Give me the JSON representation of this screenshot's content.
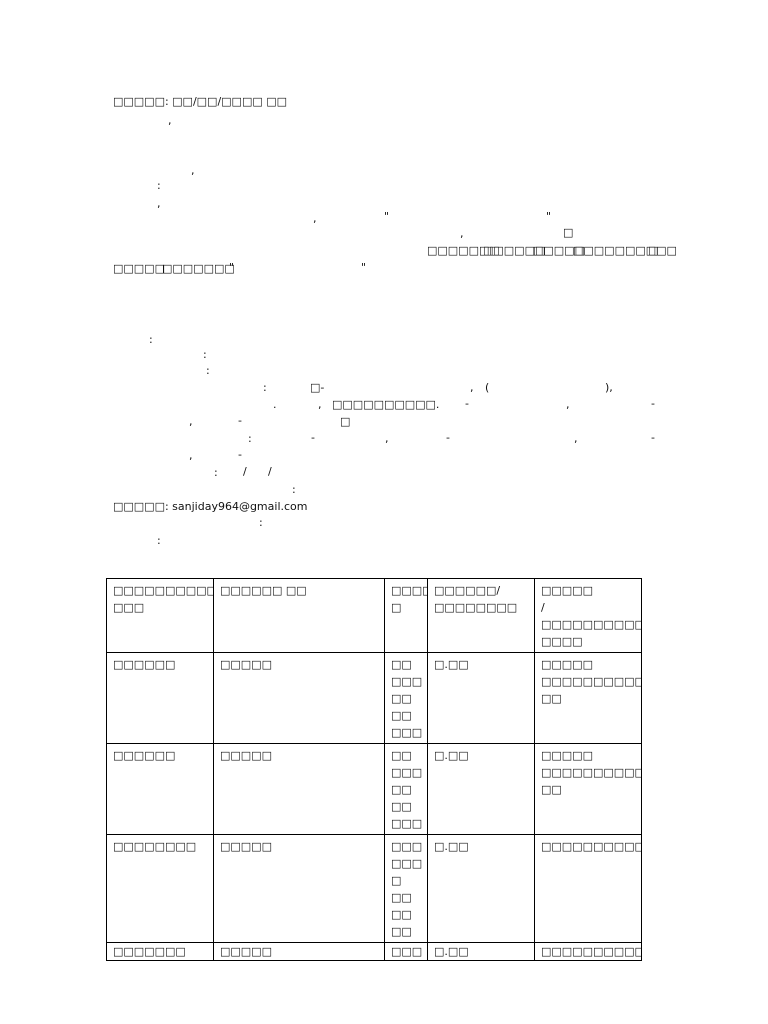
{
  "header": {
    "date_line": "□□□□□: □□/□□/□□□□ □□"
  },
  "fragments": [
    ",",
    ",",
    ":",
    ",",
    ",",
    "\"",
    "\"",
    ",",
    "□",
    "□□□□□□□",
    "□□□□□□",
    "□□□□□",
    "□□□□□□□□□□",
    "□",
    "□□□□□",
    "□□□□□□□",
    "\"",
    "\"",
    ":",
    ":",
    ":",
    ":",
    "□-",
    ",",
    "(",
    "),",
    ".",
    ",",
    "□□□□□□□□□□.",
    "-",
    ",",
    "-",
    ",",
    "-",
    "□",
    ":",
    "-",
    ",",
    "-",
    ",",
    "-",
    ",",
    "-",
    ":",
    "/",
    "/",
    ":",
    ":",
    ":"
  ],
  "contact": {
    "email_line": "□□□□□: sanjiday964@gmail.com"
  },
  "table": {
    "headers": [
      "□□□□□□□□□□\n□□□",
      "□□□□□□ □□",
      "□□□□\n□",
      "□□□□□□/\n□□□□□□□□",
      "□□□□□\n/□□□□□□□□□□□\n□□□□"
    ],
    "rows": [
      [
        "□□□□□□",
        "□□□□□",
        "□□\n□□□\n□□\n□□\n□□□",
        "□.□□",
        "□□□□□\n□□□□□□□□□□□□□□\n□□"
      ],
      [
        "□□□□□□",
        "□□□□□",
        "□□\n□□□\n□□\n□□\n□□□",
        "□.□□",
        "□□□□□\n□□□□□□□□□□□□□□\n□□"
      ],
      [
        "□□□□□□□□",
        "□□□□□",
        "□□□\n□□□\n□\n□□\n□□\n□□",
        "□.□□",
        "□□□□□□□□□□□"
      ],
      [
        "□□□□□□□",
        "□□□□□",
        "□□□",
        "□.□□",
        "□□□□□□□□□□□"
      ]
    ]
  }
}
